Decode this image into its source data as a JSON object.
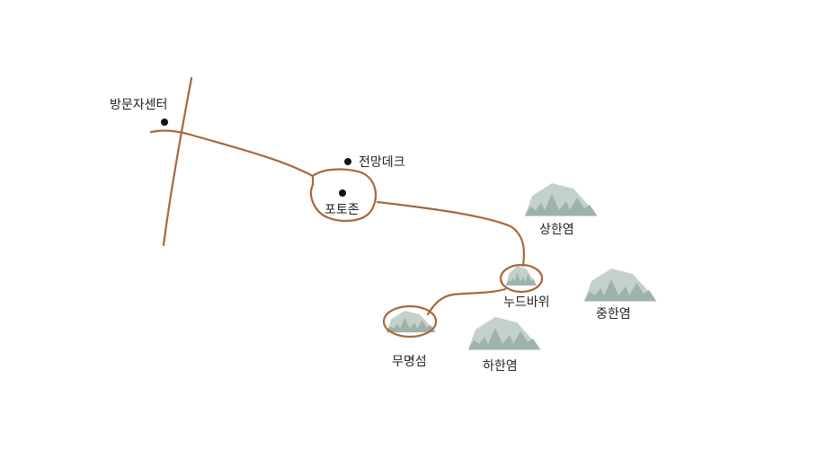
{
  "colors": {
    "route": "#a9673a",
    "rock_light": "#c4d1cb",
    "rock_dark": "#9eb2aa",
    "point": "#111111",
    "text": "#222222"
  },
  "labels": {
    "visitor_center": "방문자센터",
    "observation_deck": "전망데크",
    "photo_zone": "포토존",
    "sanghanyeom": "상한염",
    "nudeubawi": "누드바위",
    "junghanyeom": "중한염",
    "mumyeongseom": "무명섬",
    "hahanyeom": "하한염"
  }
}
